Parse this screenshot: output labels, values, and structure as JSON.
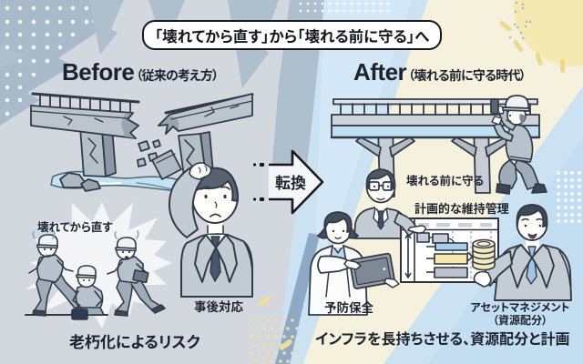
{
  "banner": {
    "text": "「壊れてから直す」から「壊れる前に守る」へ"
  },
  "transition": {
    "label": "転換"
  },
  "before": {
    "title": "Before",
    "subtitle": "（従来の考え方）",
    "bubble": "壊れてから直す",
    "response_label": "事後対応",
    "caption": "老朽化によるリスク"
  },
  "after": {
    "title": "After",
    "subtitle": "（壊れる前に守る時代）",
    "protect_label": "壊れる前に守る",
    "plan_label": "計画的な維持管理",
    "prevention_label": "予防保全",
    "asset_label": "アセットマネジメント",
    "asset_sublabel": "（資源配分）",
    "caption": "インフラを長持ちさせる、資源配分と計画"
  },
  "colors": {
    "left_background": "#d2d8dd",
    "left_dark_shape": "#a9bbca",
    "right_background": "#cbe2f2",
    "sun_yellow": "#f5e9b2",
    "light_beam": "#f6f1dc",
    "text_dark": "#1c222f",
    "outline": "#333a47",
    "illustration_gray": "#bcc5cd",
    "river_blue": "#c3e3f2",
    "bar_blue": "#aacfe8",
    "bar_yellow": "#f7e9a9",
    "coin_cream": "#f2e9bd",
    "navy_accent": "#2e3b52"
  }
}
